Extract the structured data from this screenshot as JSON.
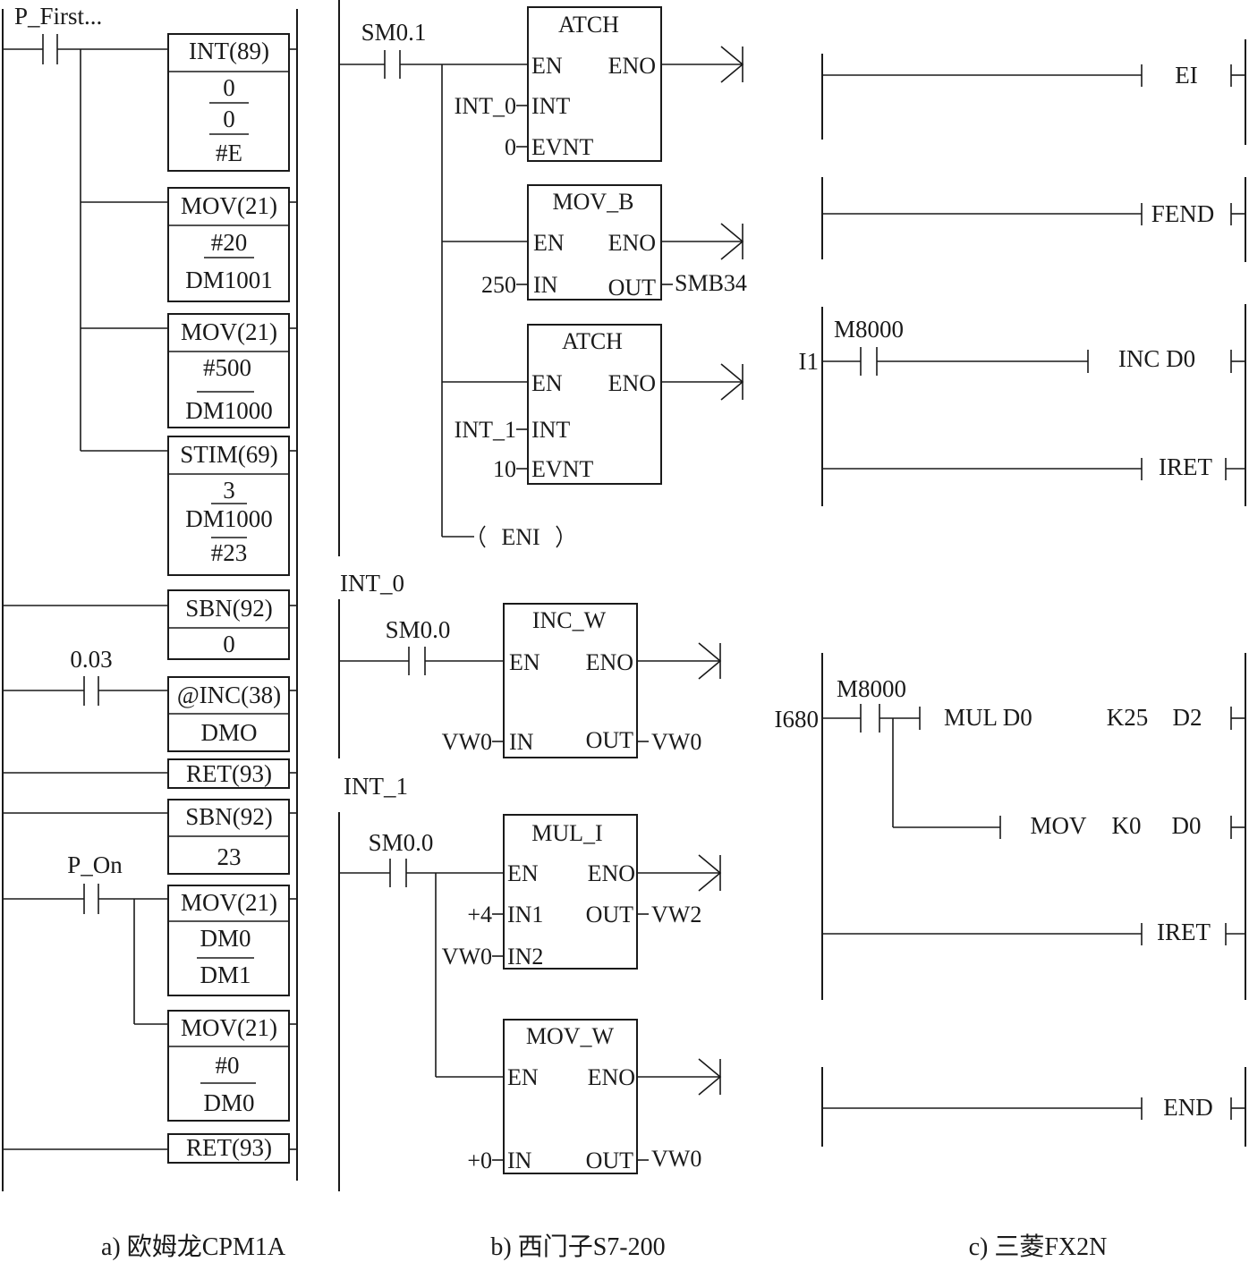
{
  "captions": {
    "a": "a) 欧姆龙CPM1A",
    "b": "b) 西门子S7-200",
    "c": "c) 三菱FX2N"
  },
  "omron": {
    "contacts": [
      "P_First...",
      "0.03",
      "P_On"
    ],
    "blocks": [
      {
        "name": "INT(89)",
        "ops": [
          "0",
          "0",
          "#E"
        ]
      },
      {
        "name": "MOV(21)",
        "ops": [
          "#20",
          "DM1001"
        ]
      },
      {
        "name": "MOV(21)",
        "ops": [
          "#500",
          "DM1000"
        ]
      },
      {
        "name": "STIM(69)",
        "ops": [
          "3",
          "DM1000",
          "#23"
        ]
      },
      {
        "name": "SBN(92)",
        "ops": [
          "0"
        ]
      },
      {
        "name": "@INC(38)",
        "ops": [
          "DMO"
        ]
      },
      {
        "name": "RET(93)",
        "ops": []
      },
      {
        "name": "SBN(92)",
        "ops": [
          "23"
        ]
      },
      {
        "name": "MOV(21)",
        "ops": [
          "DM0",
          "DM1"
        ]
      },
      {
        "name": "MOV(21)",
        "ops": [
          "#0",
          "DM0"
        ]
      },
      {
        "name": "RET(93)",
        "ops": []
      }
    ]
  },
  "siemens": {
    "contacts": [
      "SM0.1",
      "SM0.0",
      "SM0.0"
    ],
    "sections": [
      "INT_0",
      "INT_1"
    ],
    "blocks": [
      {
        "name": "ATCH",
        "pins": [
          "EN",
          "ENO",
          "INT",
          "EVNT"
        ],
        "inputs": [
          "INT_0",
          "0"
        ]
      },
      {
        "name": "MOV_B",
        "pins": [
          "EN",
          "ENO",
          "IN",
          "OUT"
        ],
        "inputs": [
          "250"
        ],
        "outputs": [
          "SMB34"
        ]
      },
      {
        "name": "ATCH",
        "pins": [
          "EN",
          "ENO",
          "INT",
          "EVNT"
        ],
        "inputs": [
          "INT_1",
          "10"
        ]
      },
      {
        "name": "INC_W",
        "pins": [
          "EN",
          "ENO",
          "IN",
          "OUT"
        ],
        "inputs": [
          "VW0"
        ],
        "outputs": [
          "VW0"
        ]
      },
      {
        "name": "MUL_I",
        "pins": [
          "EN",
          "ENO",
          "IN1",
          "OUT",
          "IN2"
        ],
        "inputs": [
          "+4",
          "VW0"
        ],
        "outputs": [
          "VW2"
        ]
      },
      {
        "name": "MOV_W",
        "pins": [
          "EN",
          "ENO",
          "IN",
          "OUT"
        ],
        "inputs": [
          "+0"
        ],
        "outputs": [
          "VW0"
        ]
      }
    ],
    "coil": "ENI"
  },
  "mitsubishi": {
    "contacts": [
      "M8000",
      "M8000"
    ],
    "labels": [
      "I1",
      "I680"
    ],
    "instructions": [
      "EI",
      "FEND",
      "INC  D0",
      "IRET",
      "MUL  D0",
      "K25",
      "D2",
      "MOV",
      "K0",
      "D0",
      "IRET",
      "END"
    ]
  }
}
